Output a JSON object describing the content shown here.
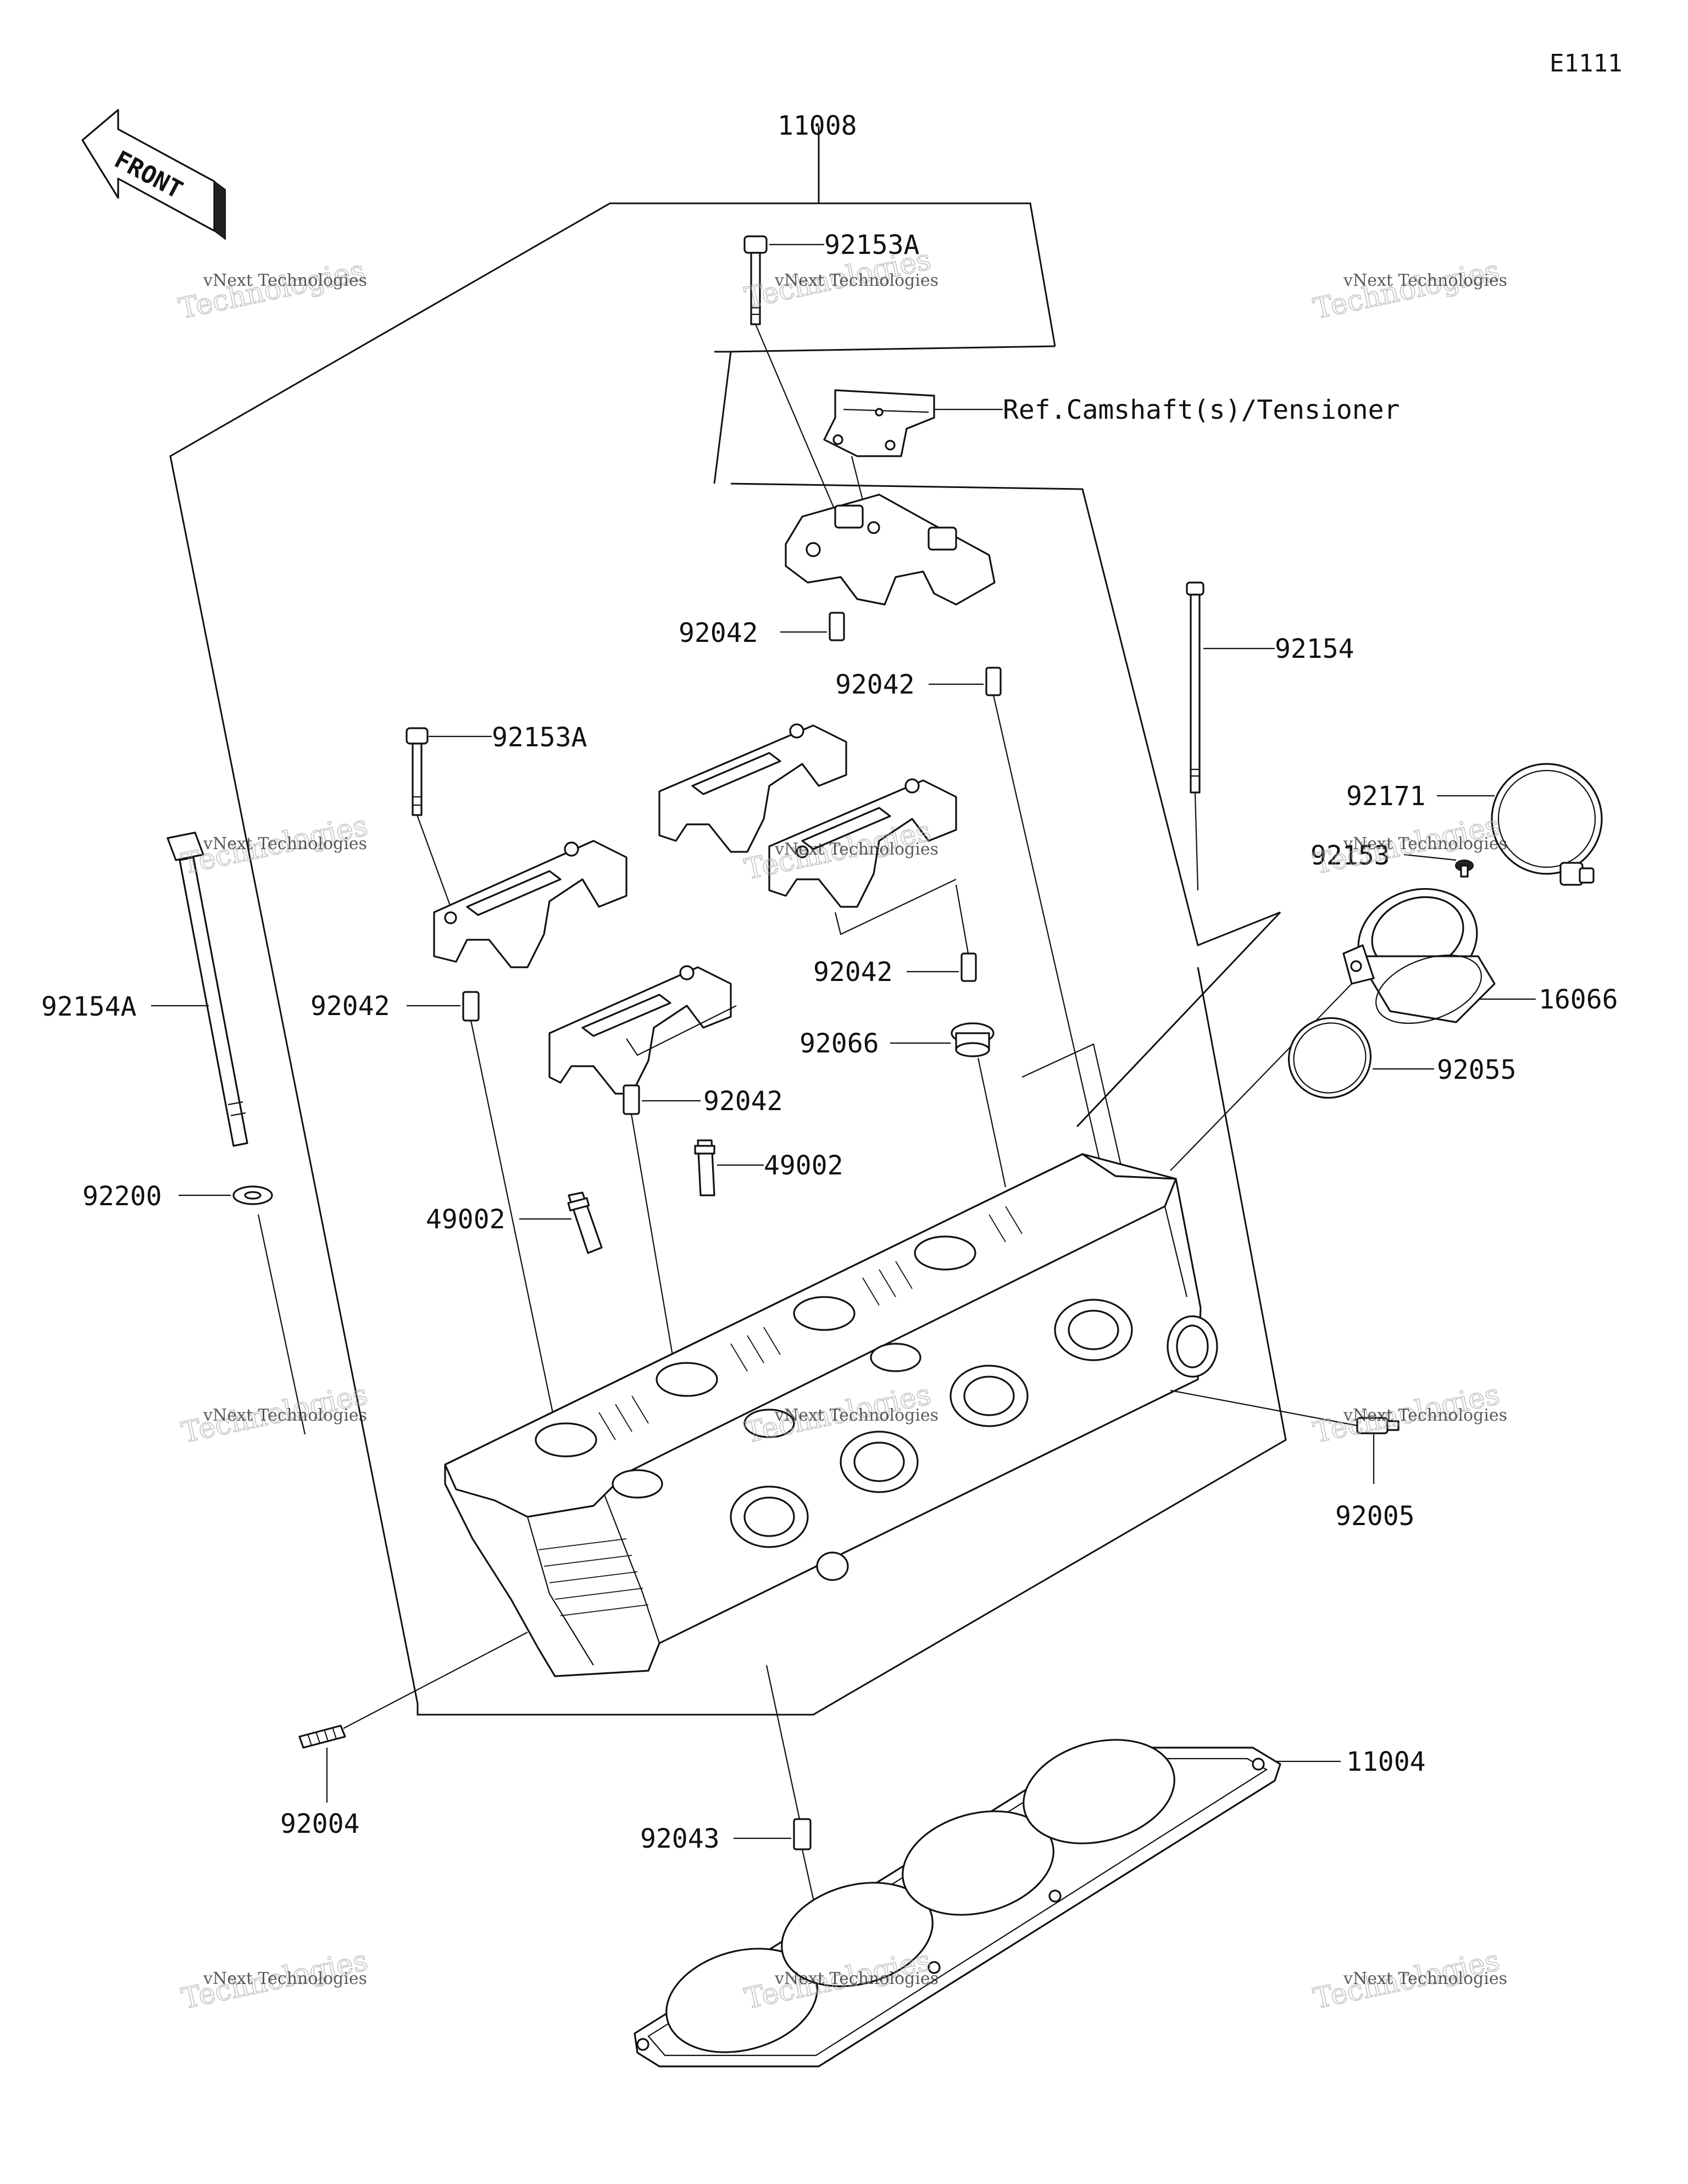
{
  "diagram": {
    "code": "E1111",
    "front_label": "FRONT",
    "reference_note": "Ref.Camshaft(s)/Tensioner",
    "callouts": {
      "p11008": "11008",
      "p92153a_top": "92153A",
      "p92153a_mid": "92153A",
      "p92042_a": "92042",
      "p92042_b": "92042",
      "p92042_c": "92042",
      "p92042_d": "92042",
      "p92042_e": "92042",
      "p92154": "92154",
      "p92154a": "92154A",
      "p92171": "92171",
      "p92153": "92153",
      "p16066": "16066",
      "p92055": "92055",
      "p92066": "92066",
      "p49002_a": "49002",
      "p49002_b": "49002",
      "p92200": "92200",
      "p92005": "92005",
      "p92004": "92004",
      "p11004": "11004",
      "p92043": "92043"
    },
    "watermark": {
      "line1": "vNext Technologies",
      "line2": "Technologies",
      "line3": "vNext"
    }
  }
}
